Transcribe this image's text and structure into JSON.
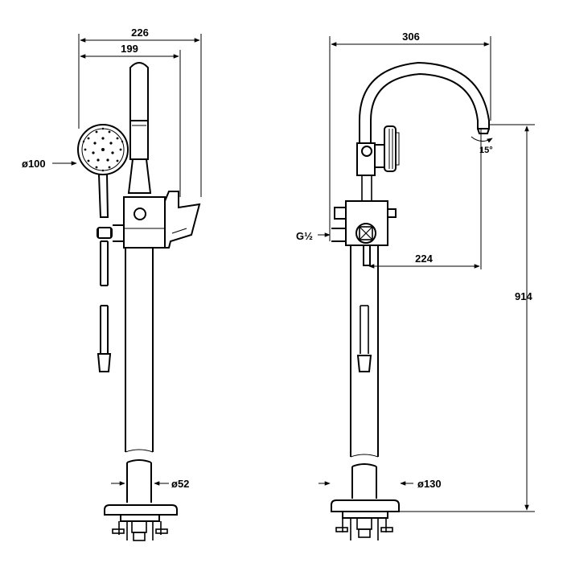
{
  "drawing": {
    "left_view": {
      "overall_width": "226",
      "handle_width": "199",
      "shower_head_diameter": "ø100",
      "pipe_diameter": "ø52"
    },
    "right_view": {
      "overall_width": "306",
      "spout_reach": "224",
      "outlet_angle": "15°",
      "height": "914",
      "connection": "G½",
      "base_diameter": "ø130"
    }
  }
}
